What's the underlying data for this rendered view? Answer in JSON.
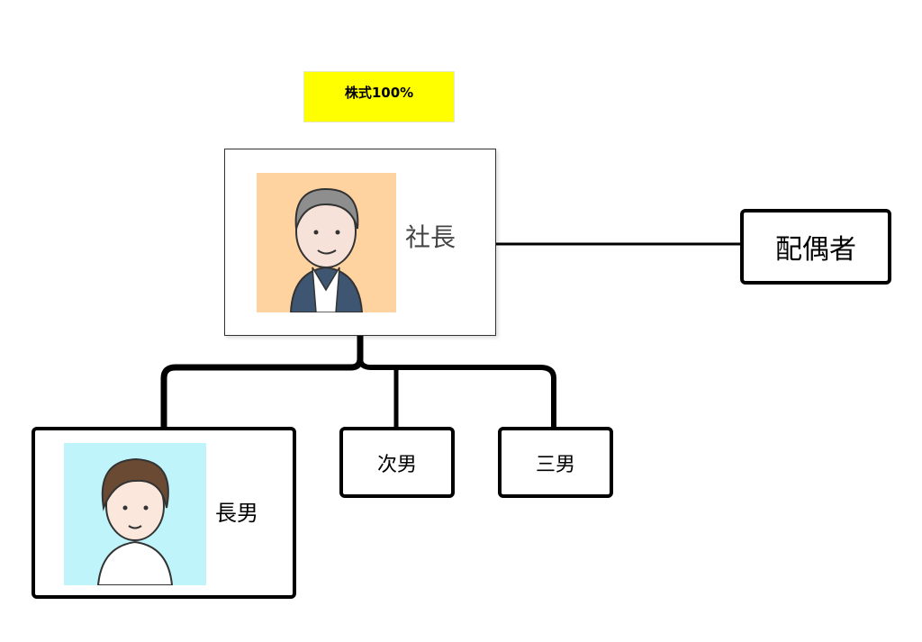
{
  "shares_badge": "株式100%",
  "president": {
    "label": "社長",
    "avatar": "older-man-avatar"
  },
  "spouse": {
    "label": "配偶者"
  },
  "children": [
    {
      "label": "長男",
      "avatar": "young-man-avatar"
    },
    {
      "label": "次男"
    },
    {
      "label": "三男"
    }
  ],
  "colors": {
    "badge": "#ffff00",
    "president_bg": "#ffd3a0",
    "eldest_bg": "#bff4fb"
  }
}
